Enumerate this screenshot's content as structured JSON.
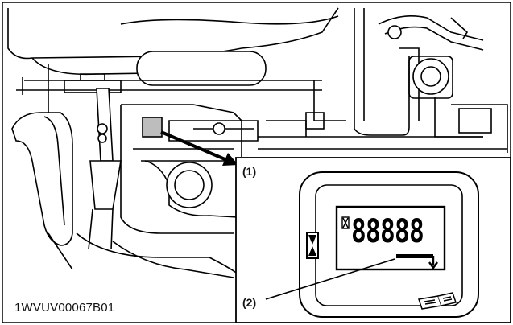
{
  "figure": {
    "code": "1WVUV00067B01",
    "callouts": [
      {
        "id": "1",
        "label": "(1)"
      },
      {
        "id": "2",
        "label": "(2)"
      }
    ],
    "display": {
      "digits": "88888"
    },
    "icons": [
      "hourglass-icon",
      "manual-book-icon",
      "arrow-down-icon"
    ],
    "colors": {
      "ink": "#000000",
      "paper": "#ffffff",
      "shade": "#bdbdbd"
    }
  }
}
